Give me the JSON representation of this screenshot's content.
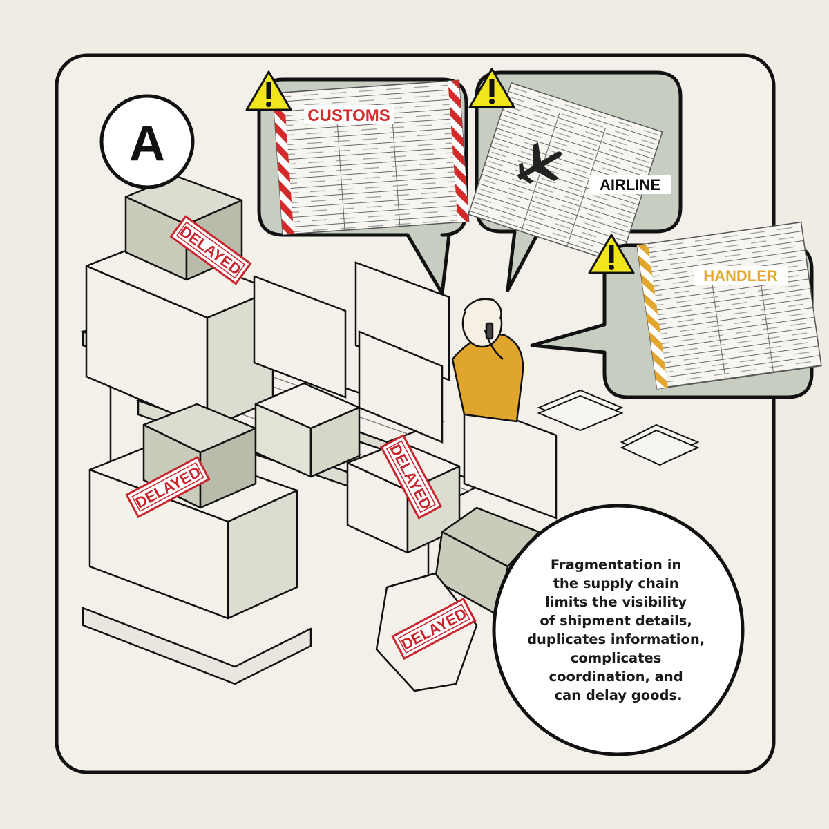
{
  "panel": {
    "badge_letter": "A"
  },
  "bubbles": {
    "customs": {
      "label": "CUSTOMS",
      "color": "#d42a2a"
    },
    "airline": {
      "label": "AIRLINE",
      "color": "#111111"
    },
    "handler": {
      "label": "HANDLER",
      "color": "#e3a72f"
    }
  },
  "stamps": {
    "text": "DELAYED",
    "color": "#c8262c"
  },
  "caption": {
    "lines": [
      "Fragmentation in",
      "the supply chain",
      "limits the visibility",
      "of shipment details,",
      "duplicates information,",
      "complicates",
      "coordination, and",
      "can delay goods."
    ]
  },
  "colors": {
    "background": "#efece4",
    "box_face": "#f3f1ea",
    "box_shade": "#c9cbbb",
    "bubble_fill": "#c7cec1",
    "shirt": "#e0a52c",
    "warning": "#f1e51c"
  },
  "icons": [
    "warning-icon",
    "airplane-icon"
  ]
}
